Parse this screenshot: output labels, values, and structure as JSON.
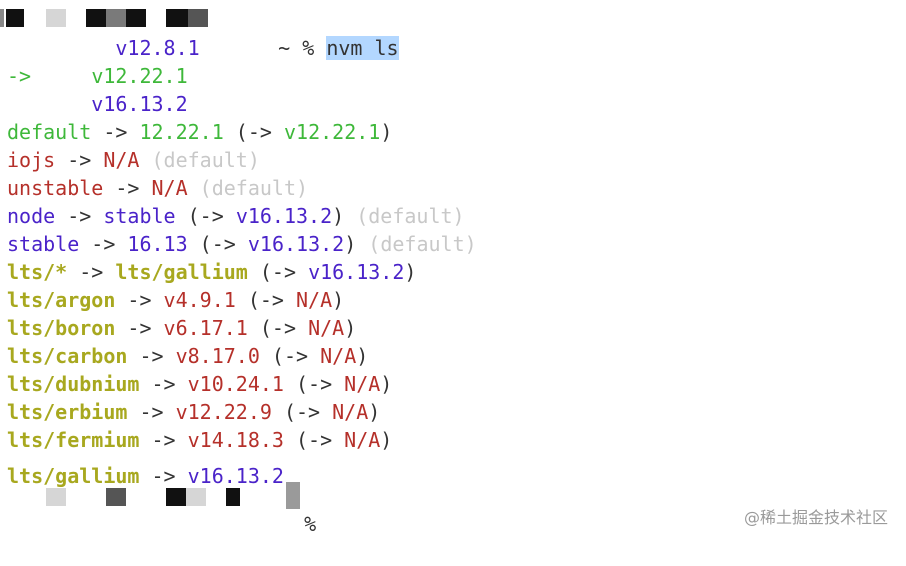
{
  "prompt_top": {
    "symbol": "~ %",
    "command": "nvm ls"
  },
  "lines": [
    {
      "segs": [
        {
          "t": "         ",
          "c": "c-dark"
        },
        {
          "t": "v12.8.1",
          "c": "c-blue"
        }
      ]
    },
    {
      "segs": [
        {
          "t": "->",
          "c": "c-green"
        },
        {
          "t": "     ",
          "c": "c-dark"
        },
        {
          "t": "v12.22.1",
          "c": "c-green"
        }
      ]
    },
    {
      "segs": [
        {
          "t": "       ",
          "c": "c-dark"
        },
        {
          "t": "v16.13.2",
          "c": "c-blue"
        }
      ]
    },
    {
      "segs": [
        {
          "t": "default",
          "c": "c-green"
        },
        {
          "t": " -> ",
          "c": "c-dark"
        },
        {
          "t": "12.22.1",
          "c": "c-green"
        },
        {
          "t": " (-> ",
          "c": "c-dark"
        },
        {
          "t": "v12.22.1",
          "c": "c-green"
        },
        {
          "t": ")",
          "c": "c-dark"
        }
      ]
    },
    {
      "segs": [
        {
          "t": "iojs",
          "c": "c-red"
        },
        {
          "t": " -> ",
          "c": "c-dark"
        },
        {
          "t": "N/A",
          "c": "c-red"
        },
        {
          "t": " (default)",
          "c": "c-gray"
        }
      ]
    },
    {
      "segs": [
        {
          "t": "unstable",
          "c": "c-red"
        },
        {
          "t": " -> ",
          "c": "c-dark"
        },
        {
          "t": "N/A",
          "c": "c-red"
        },
        {
          "t": " (default)",
          "c": "c-gray"
        }
      ]
    },
    {
      "segs": [
        {
          "t": "node",
          "c": "c-blue"
        },
        {
          "t": " -> ",
          "c": "c-dark"
        },
        {
          "t": "stable",
          "c": "c-blue"
        },
        {
          "t": " (-> ",
          "c": "c-dark"
        },
        {
          "t": "v16.13.2",
          "c": "c-blue"
        },
        {
          "t": ")",
          "c": "c-dark"
        },
        {
          "t": " (default)",
          "c": "c-gray"
        }
      ]
    },
    {
      "segs": [
        {
          "t": "stable",
          "c": "c-blue"
        },
        {
          "t": " -> ",
          "c": "c-dark"
        },
        {
          "t": "16.13",
          "c": "c-blue"
        },
        {
          "t": " (-> ",
          "c": "c-dark"
        },
        {
          "t": "v16.13.2",
          "c": "c-blue"
        },
        {
          "t": ")",
          "c": "c-dark"
        },
        {
          "t": " (default)",
          "c": "c-gray"
        }
      ]
    },
    {
      "segs": [
        {
          "t": "lts/*",
          "c": "c-olive b"
        },
        {
          "t": " -> ",
          "c": "c-dark"
        },
        {
          "t": "lts/gallium",
          "c": "c-olive b"
        },
        {
          "t": " (-> ",
          "c": "c-dark"
        },
        {
          "t": "v16.13.2",
          "c": "c-blue"
        },
        {
          "t": ")",
          "c": "c-dark"
        }
      ]
    },
    {
      "segs": [
        {
          "t": "lts/argon",
          "c": "c-olive b"
        },
        {
          "t": " -> ",
          "c": "c-dark"
        },
        {
          "t": "v4.9.1",
          "c": "c-red"
        },
        {
          "t": " (-> ",
          "c": "c-dark"
        },
        {
          "t": "N/A",
          "c": "c-red"
        },
        {
          "t": ")",
          "c": "c-dark"
        }
      ]
    },
    {
      "segs": [
        {
          "t": "lts/boron",
          "c": "c-olive b"
        },
        {
          "t": " -> ",
          "c": "c-dark"
        },
        {
          "t": "v6.17.1",
          "c": "c-red"
        },
        {
          "t": " (-> ",
          "c": "c-dark"
        },
        {
          "t": "N/A",
          "c": "c-red"
        },
        {
          "t": ")",
          "c": "c-dark"
        }
      ]
    },
    {
      "segs": [
        {
          "t": "lts/carbon",
          "c": "c-olive b"
        },
        {
          "t": " -> ",
          "c": "c-dark"
        },
        {
          "t": "v8.17.0",
          "c": "c-red"
        },
        {
          "t": " (-> ",
          "c": "c-dark"
        },
        {
          "t": "N/A",
          "c": "c-red"
        },
        {
          "t": ")",
          "c": "c-dark"
        }
      ]
    },
    {
      "segs": [
        {
          "t": "lts/dubnium",
          "c": "c-olive b"
        },
        {
          "t": " -> ",
          "c": "c-dark"
        },
        {
          "t": "v10.24.1",
          "c": "c-red"
        },
        {
          "t": " (-> ",
          "c": "c-dark"
        },
        {
          "t": "N/A",
          "c": "c-red"
        },
        {
          "t": ")",
          "c": "c-dark"
        }
      ]
    },
    {
      "segs": [
        {
          "t": "lts/erbium",
          "c": "c-olive b"
        },
        {
          "t": " -> ",
          "c": "c-dark"
        },
        {
          "t": "v12.22.9",
          "c": "c-red"
        },
        {
          "t": " (-> ",
          "c": "c-dark"
        },
        {
          "t": "N/A",
          "c": "c-red"
        },
        {
          "t": ")",
          "c": "c-dark"
        }
      ]
    },
    {
      "segs": [
        {
          "t": "lts/fermium",
          "c": "c-olive b"
        },
        {
          "t": " -> ",
          "c": "c-dark"
        },
        {
          "t": "v14.18.3",
          "c": "c-red"
        },
        {
          "t": " (-> ",
          "c": "c-dark"
        },
        {
          "t": "N/A",
          "c": "c-red"
        },
        {
          "t": ")",
          "c": "c-dark"
        }
      ]
    }
  ],
  "partial_line": {
    "segs": [
      {
        "t": "lts/gallium",
        "c": "c-olive b"
      },
      {
        "t": " -> ",
        "c": "c-dark"
      },
      {
        "t": "v16.13.2",
        "c": "c-blue"
      }
    ]
  },
  "prompt_bottom": {
    "symbol": "%"
  },
  "watermark": "@稀土掘金技术社区",
  "colors": {
    "green": "#3eb83a",
    "blue": "#4a23c9",
    "red": "#b5302a",
    "olive": "#a8a81f",
    "gray": "#c8c8c8",
    "selection": "#b3d7ff"
  }
}
